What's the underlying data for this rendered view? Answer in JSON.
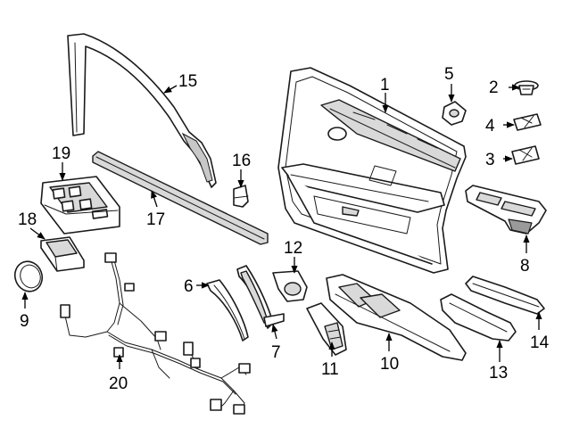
{
  "callouts": [
    {
      "id": "1",
      "label": "1"
    },
    {
      "id": "2",
      "label": "2"
    },
    {
      "id": "3",
      "label": "3"
    },
    {
      "id": "4",
      "label": "4"
    },
    {
      "id": "5",
      "label": "5"
    },
    {
      "id": "6",
      "label": "6"
    },
    {
      "id": "7",
      "label": "7"
    },
    {
      "id": "8",
      "label": "8"
    },
    {
      "id": "9",
      "label": "9"
    },
    {
      "id": "10",
      "label": "10"
    },
    {
      "id": "11",
      "label": "11"
    },
    {
      "id": "12",
      "label": "12"
    },
    {
      "id": "13",
      "label": "13"
    },
    {
      "id": "14",
      "label": "14"
    },
    {
      "id": "15",
      "label": "15"
    },
    {
      "id": "16",
      "label": "16"
    },
    {
      "id": "17",
      "label": "17"
    },
    {
      "id": "18",
      "label": "18"
    },
    {
      "id": "19",
      "label": "19"
    },
    {
      "id": "20",
      "label": "20"
    }
  ],
  "colors": {
    "line": "#1a1a1a",
    "fill": "#ffffff",
    "shade": "#c8c8c8"
  }
}
